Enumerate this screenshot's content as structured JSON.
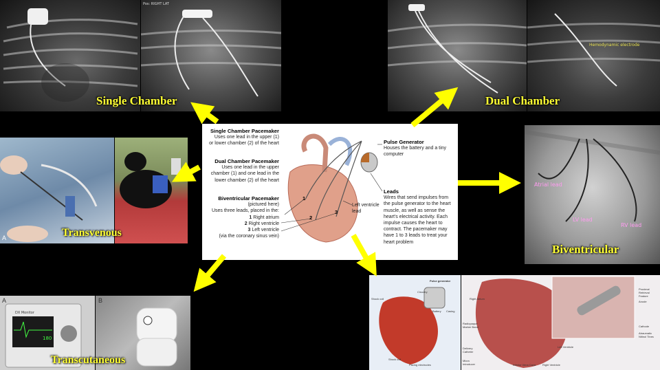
{
  "labels": {
    "single": "Single Chamber",
    "dual": "Dual Chamber",
    "transvenous": "Transvenous",
    "biventricular": "Biventricular",
    "transcutaneous": "Transcutaneous"
  },
  "xray": {
    "tag_top": "Pos: RIGHT LAT",
    "dual_annot": "Hemodynamic electrode"
  },
  "biv_leads": {
    "atrial": "Atrial lead",
    "lv": "LV lead",
    "rv": "RV lead"
  },
  "photo_letters": {
    "a": "A",
    "b": "B"
  },
  "center": {
    "single_title": "Single Chamber Pacemaker",
    "single_desc": [
      "Uses one lead in the upper (1)",
      "or lower chamber (2) of the heart"
    ],
    "dual_title": "Dual Chamber Pacemaker",
    "dual_desc": [
      "Uses one lead in the upper",
      "chamber (1) and one lead in the",
      "lower chamber (2) of the heart"
    ],
    "biv_title": "Biventricular Pacemaker",
    "biv_desc": [
      "(pictured here)",
      "Uses three leads, placed in the:"
    ],
    "biv_list": [
      {
        "num": "1",
        "text": "Right atrium"
      },
      {
        "num": "2",
        "text": "Right ventricle"
      },
      {
        "num": "3",
        "text": "Left ventricle"
      }
    ],
    "biv_note": "(via the coronary sinus vein)",
    "pg_title": "Pulse Generator",
    "pg_desc": [
      "Houses the battery and a tiny",
      "computer"
    ],
    "leads_title": "Leads",
    "leads_desc": [
      "Wires that send impulses from",
      "the pulse generator to the heart",
      "muscle, as well as sense the",
      "heart's electrical activity.  Each",
      "impulse causes the heart to",
      "contract.  The pacemaker may",
      "have 1 to 3 leads to treat your",
      "heart problem"
    ],
    "lv_lead": [
      "Left ventricle",
      "lead"
    ],
    "nums": [
      "1",
      "2",
      "3"
    ]
  },
  "bottom_right": {
    "pulse_generator": "Pulse generator",
    "circuitry": "Circuitry",
    "battery": "Battery",
    "casing": "Casing",
    "shock_coil": "Shock coil",
    "pacing_electrodes": "Pacing electrodes",
    "right_atrium": "Right Atrium",
    "radiopaque": "Radiopaque Marker Band",
    "delivery": "Delivery Catheter",
    "micra": "Micra Introducer",
    "ivc": "Inferior Vena Cava",
    "rv": "Right Ventricle",
    "lv": "Left Ventricle",
    "proximal": "Proximal Retrieval Feature",
    "anode": "Anode",
    "cathode": "Cathode",
    "tines": "Atraumatic Nitinol Tines"
  },
  "monitor": {
    "brand": "DX Monitor",
    "value": "180"
  }
}
